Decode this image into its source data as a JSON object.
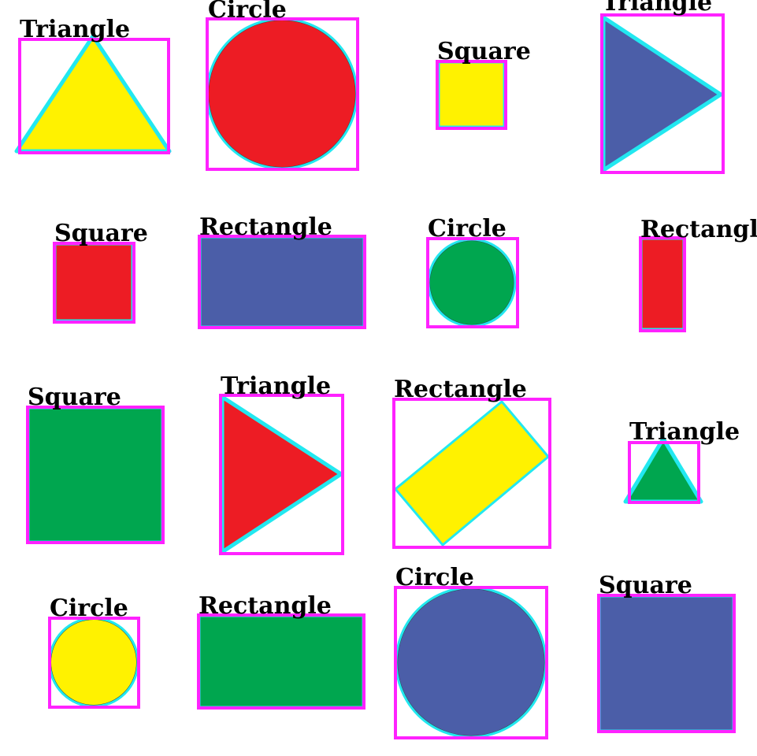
{
  "colors": {
    "box": "#ff22ff",
    "contour": "#22e8f0",
    "label": "#000000",
    "yellow": "#fff200",
    "red": "#ed1c24",
    "blue": "#4b5ea8",
    "green": "#00a64f"
  },
  "shapes": [
    {
      "label": "Triangle",
      "kind": "triangle",
      "fill": "yellow"
    },
    {
      "label": "Circle",
      "kind": "circle",
      "fill": "red"
    },
    {
      "label": "Square",
      "kind": "square",
      "fill": "yellow"
    },
    {
      "label": "Triangle",
      "kind": "triangle",
      "fill": "blue"
    },
    {
      "label": "Square",
      "kind": "square",
      "fill": "red"
    },
    {
      "label": "Rectangle",
      "kind": "rectangle",
      "fill": "blue"
    },
    {
      "label": "Circle",
      "kind": "circle",
      "fill": "green"
    },
    {
      "label": "Rectangle",
      "kind": "rectangle",
      "fill": "red"
    },
    {
      "label": "Square",
      "kind": "square",
      "fill": "green"
    },
    {
      "label": "Triangle",
      "kind": "triangle",
      "fill": "red"
    },
    {
      "label": "Rectangle",
      "kind": "rectangle",
      "fill": "yellow"
    },
    {
      "label": "Triangle",
      "kind": "triangle",
      "fill": "green"
    },
    {
      "label": "Circle",
      "kind": "circle",
      "fill": "yellow"
    },
    {
      "label": "Rectangle",
      "kind": "rectangle",
      "fill": "green"
    },
    {
      "label": "Circle",
      "kind": "circle",
      "fill": "blue"
    },
    {
      "label": "Square",
      "kind": "square",
      "fill": "blue"
    }
  ]
}
